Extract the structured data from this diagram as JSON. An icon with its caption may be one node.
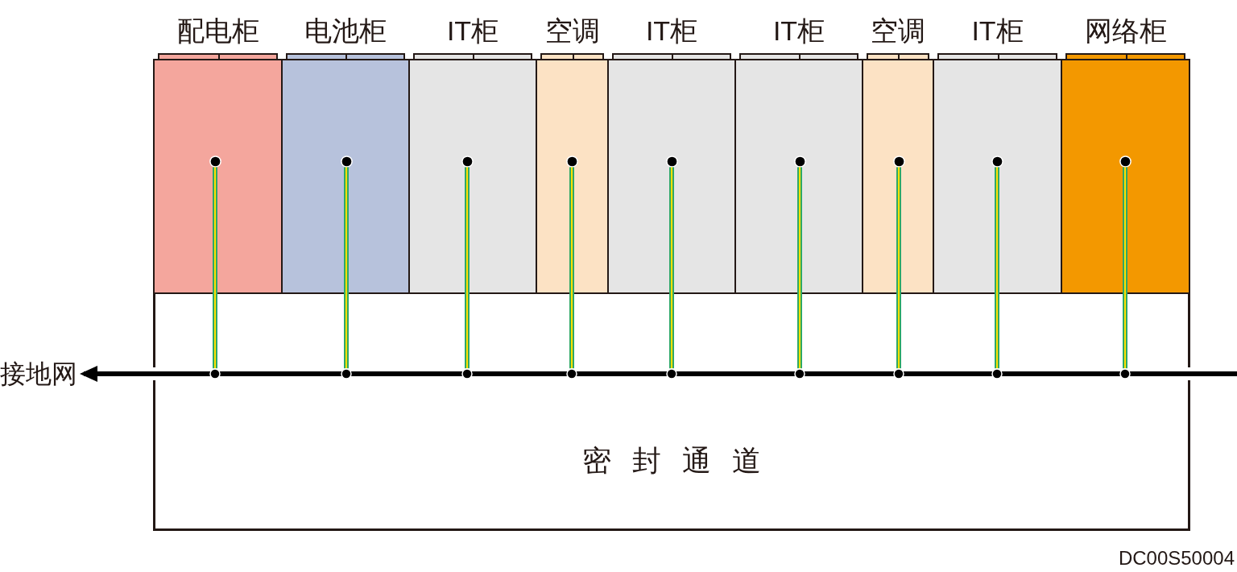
{
  "diagram": {
    "nodes": [
      {
        "text": [
          "配电柜"
        ]
      },
      {
        "text": [
          "电池柜"
        ]
      },
      {
        "text": [
          "IT柜"
        ]
      },
      {
        "text": [
          "空调"
        ]
      },
      {
        "text": [
          "IT柜"
        ]
      },
      {
        "text": [
          "IT柜"
        ]
      },
      {
        "text": [
          "空调"
        ]
      },
      {
        "text": [
          "IT柜"
        ]
      },
      {
        "text": [
          "网络柜"
        ]
      },
      {
        "text": [],
        "shape": "circle",
        "in": 0
      },
      {
        "text": [],
        "shape": "circle",
        "in": 1
      },
      {
        "text": [],
        "shape": "circle",
        "in": 2
      },
      {
        "text": [],
        "shape": "circle",
        "in": 3
      },
      {
        "text": [],
        "shape": "circle",
        "in": 4
      },
      {
        "text": [],
        "shape": "circle",
        "in": 5
      },
      {
        "text": [],
        "shape": "circle",
        "in": 6
      },
      {
        "text": [],
        "shape": "circle",
        "in": 7
      },
      {
        "text": [],
        "shape": "circle",
        "in": 8
      },
      {
        "text": [
          "密封通道"
        ]
      },
      {
        "text": [
          "接地网"
        ]
      }
    ],
    "edges": [
      {
        "from": 9,
        "to": 19,
        "arrow": "to"
      },
      {
        "from": 10,
        "to": 19,
        "arrow": "to"
      },
      {
        "from": 11,
        "to": 19,
        "arrow": "to"
      },
      {
        "from": 12,
        "to": 19,
        "arrow": "to"
      },
      {
        "from": 13,
        "to": 19,
        "arrow": "to"
      },
      {
        "from": 14,
        "to": 19,
        "arrow": "to"
      },
      {
        "from": 15,
        "to": 19,
        "arrow": "to"
      },
      {
        "from": 16,
        "to": 19,
        "arrow": "to"
      },
      {
        "from": 17,
        "to": 19,
        "arrow": "to"
      },
      {
        "from": null,
        "to": 19,
        "arrow": "to",
        "color": "#000000"
      }
    ],
    "labels": [
      "DC00S50004"
    ]
  }
}
